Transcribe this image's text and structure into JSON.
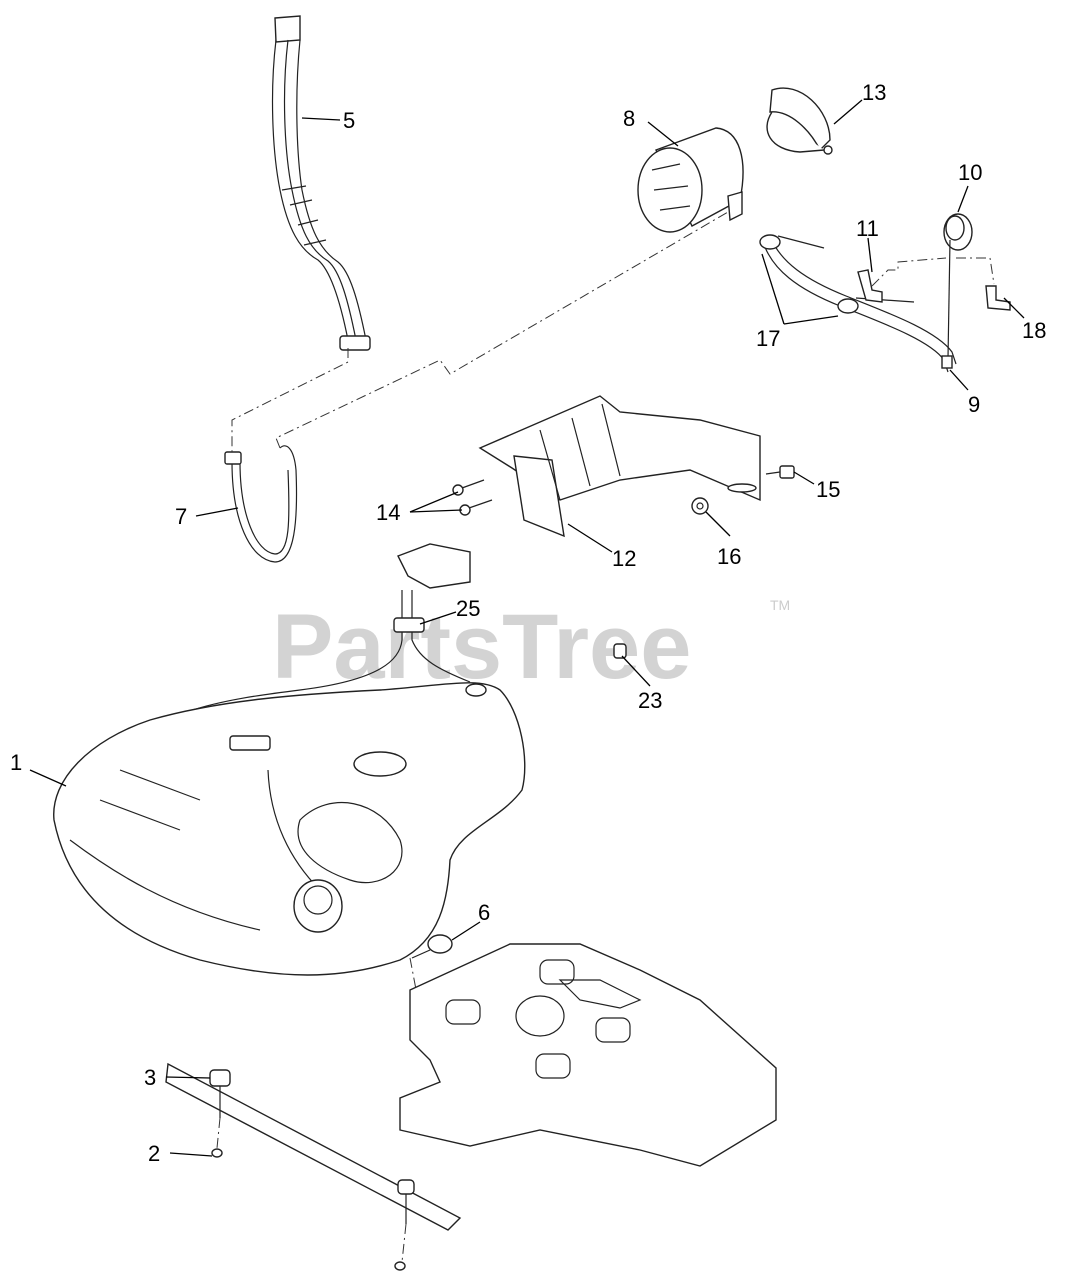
{
  "watermark": {
    "text": "PartsTree",
    "trademark": "TM"
  },
  "callouts": [
    {
      "key": "1",
      "label": "1"
    },
    {
      "key": "2",
      "label": "2"
    },
    {
      "key": "3",
      "label": "3"
    },
    {
      "key": "5",
      "label": "5"
    },
    {
      "key": "6",
      "label": "6"
    },
    {
      "key": "7",
      "label": "7"
    },
    {
      "key": "8",
      "label": "8"
    },
    {
      "key": "9",
      "label": "9"
    },
    {
      "key": "10",
      "label": "10"
    },
    {
      "key": "11",
      "label": "11"
    },
    {
      "key": "12",
      "label": "12"
    },
    {
      "key": "13",
      "label": "13"
    },
    {
      "key": "14",
      "label": "14"
    },
    {
      "key": "15",
      "label": "15"
    },
    {
      "key": "16",
      "label": "16"
    },
    {
      "key": "17",
      "label": "17"
    },
    {
      "key": "18",
      "label": "18"
    },
    {
      "key": "23",
      "label": "23"
    },
    {
      "key": "25",
      "label": "25"
    }
  ]
}
